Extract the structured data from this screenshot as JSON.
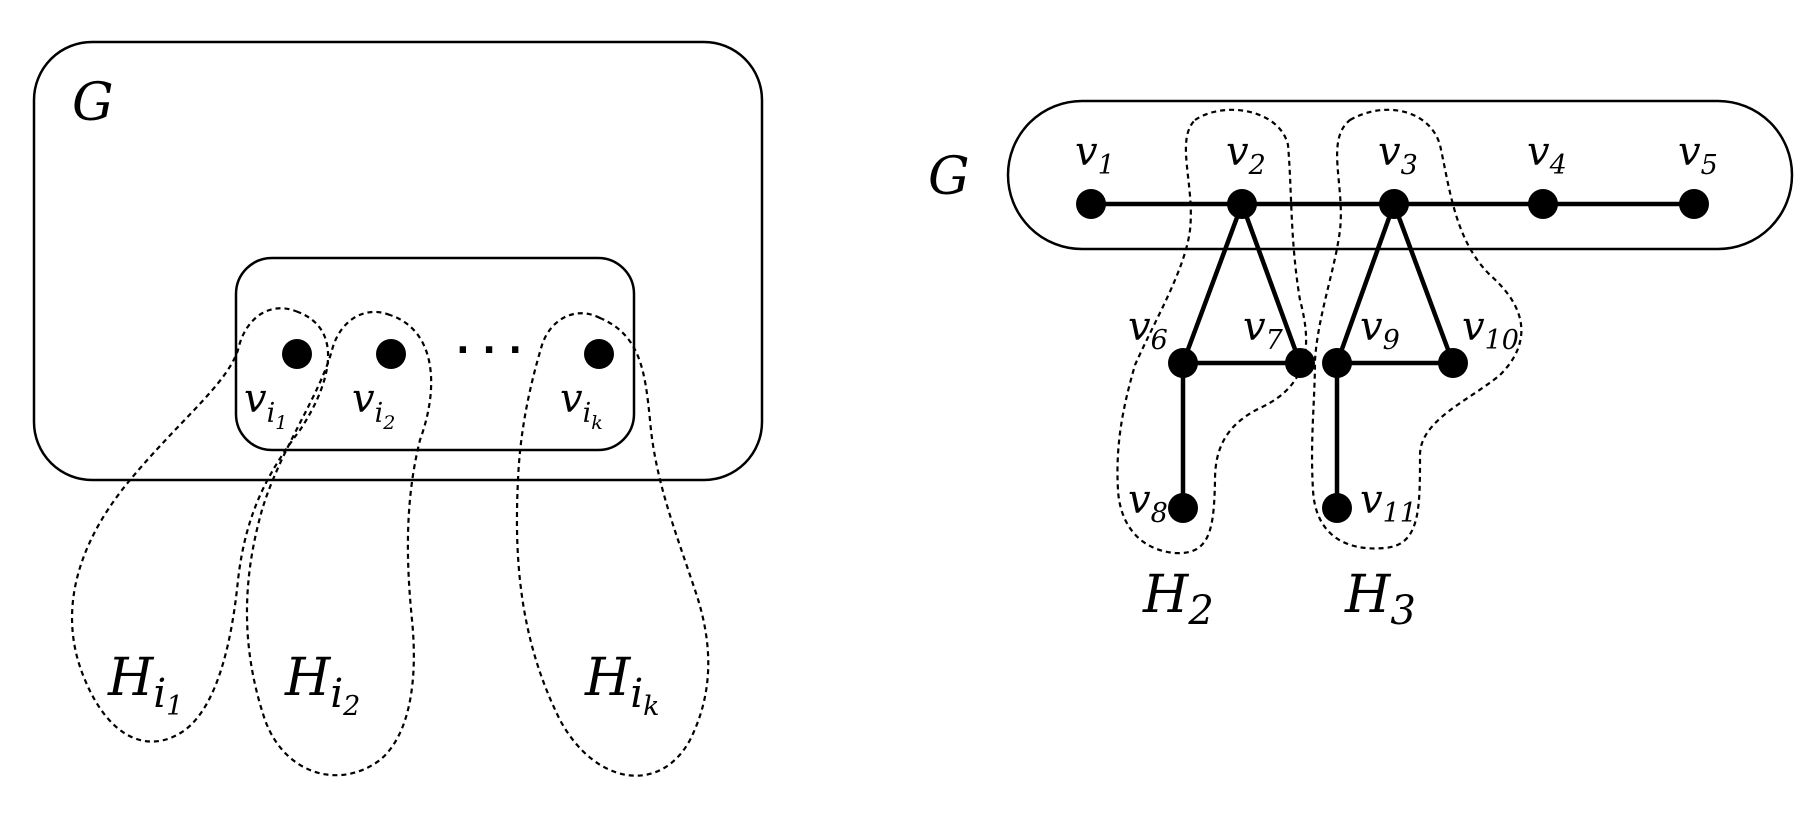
{
  "left": {
    "graph_label": "G",
    "vertices": [
      {
        "base": "v",
        "sub": "i",
        "subsub": "1"
      },
      {
        "base": "v",
        "sub": "i",
        "subsub": "2"
      },
      {
        "base": "v",
        "sub": "i",
        "subsub": "k"
      }
    ],
    "ellipsis": "· · ·",
    "subgraphs": [
      {
        "base": "H",
        "sub": "i",
        "subsub": "1"
      },
      {
        "base": "H",
        "sub": "i",
        "subsub": "2"
      },
      {
        "base": "H",
        "sub": "i",
        "subsub": "k"
      }
    ]
  },
  "right": {
    "graph_label": "G",
    "vertices": [
      {
        "base": "v",
        "sub": "1"
      },
      {
        "base": "v",
        "sub": "2"
      },
      {
        "base": "v",
        "sub": "3"
      },
      {
        "base": "v",
        "sub": "4"
      },
      {
        "base": "v",
        "sub": "5"
      },
      {
        "base": "v",
        "sub": "6"
      },
      {
        "base": "v",
        "sub": "7"
      },
      {
        "base": "v",
        "sub": "8"
      },
      {
        "base": "v",
        "sub": "9"
      },
      {
        "base": "v",
        "sub": "10"
      },
      {
        "base": "v",
        "sub": "11"
      }
    ],
    "edges": [
      [
        "v1",
        "v2"
      ],
      [
        "v2",
        "v3"
      ],
      [
        "v3",
        "v4"
      ],
      [
        "v4",
        "v5"
      ],
      [
        "v2",
        "v6"
      ],
      [
        "v2",
        "v7"
      ],
      [
        "v6",
        "v7"
      ],
      [
        "v6",
        "v8"
      ],
      [
        "v3",
        "v9"
      ],
      [
        "v3",
        "v10"
      ],
      [
        "v9",
        "v10"
      ],
      [
        "v9",
        "v11"
      ]
    ],
    "subgraphs": [
      {
        "base": "H",
        "sub": "2"
      },
      {
        "base": "H",
        "sub": "3"
      }
    ]
  }
}
